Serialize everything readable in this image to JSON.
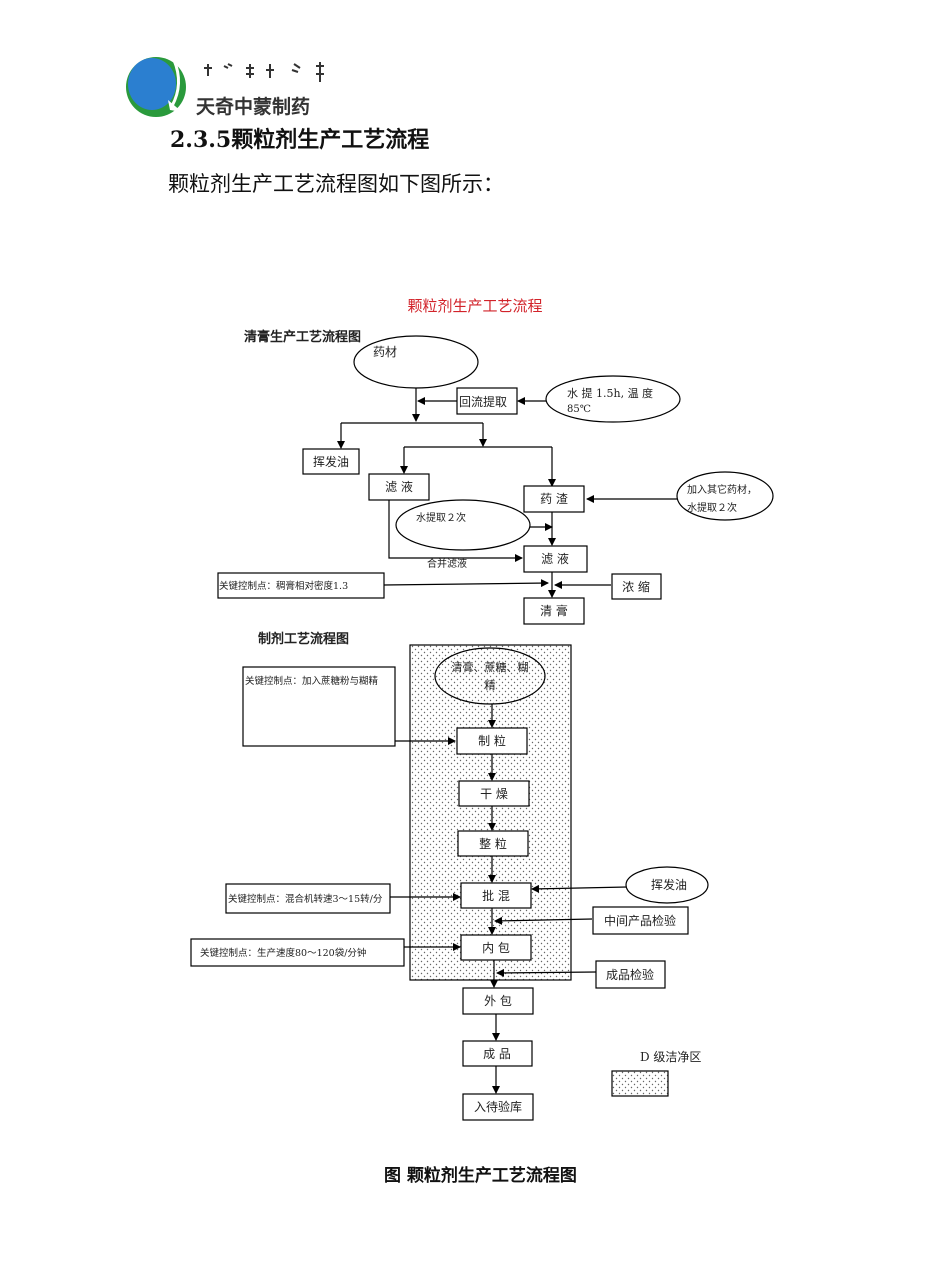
{
  "header": {
    "logo_text": "天奇中蒙制药",
    "logo_icon": "q-circle-logo-icon",
    "mongolian_script": "ᠲᠡᠩᠭᠡᠷ"
  },
  "section": {
    "heading": "2.3.5颗粒剂生产工艺流程",
    "intro": "颗粒剂生产工艺流程图如下图所示："
  },
  "diagram": {
    "title": "颗粒剂生产工艺流程",
    "title_color": "#d2232a",
    "part1": {
      "title": "清膏生产工艺流程图",
      "nodes": {
        "raw_material": "药材",
        "reflux": "回流提取",
        "water_extract": "水 提 1.5h, 温 度",
        "water_extract_temp": "85℃",
        "volatile_oil": "挥发油",
        "filtrate1": "滤 液",
        "residue": "药 渣",
        "add_herbs_1": "加入其它药材，",
        "add_herbs_2": "水提取２次",
        "water_extract_twice": "水提取２次",
        "filtrate2": "滤 液",
        "merge_label": "合并滤液",
        "key_point": "关键控制点：稠膏相对密度1.3",
        "concentrate": "浓 缩",
        "clear_paste": "清 膏"
      }
    },
    "part2": {
      "title": "制剂工艺流程图",
      "nodes": {
        "inputs_1": "清膏、蔗糖、糊",
        "inputs_2": "精",
        "key_point_1": "关键控制点：加入蔗糖粉与糊精",
        "granulate": "制 粒",
        "dry": "干 燥",
        "size": "整 粒",
        "blend": "批 混",
        "volatile_oil": "挥发油",
        "key_point_2": "关键控制点：混合机转速3～15转/分",
        "intermediate_check": "中间产品检验",
        "inner_pack": "内 包",
        "key_point_3": "关键控制点：生产速度80～120袋/分钟",
        "final_check": "成品检验",
        "outer_pack": "外 包",
        "product": "成 品",
        "warehouse": "入待验库"
      },
      "legend": {
        "label": "D 级洁净区"
      }
    }
  },
  "caption": "图  颗粒剂生产工艺流程图"
}
